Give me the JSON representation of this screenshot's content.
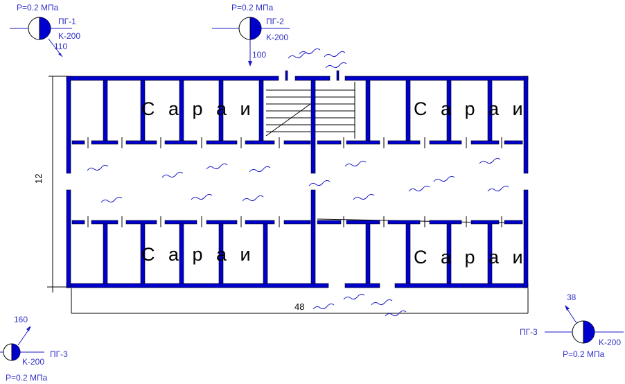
{
  "colors": {
    "wall": "#0000cc",
    "hydrant_line": "#1a1ac8",
    "text_blue": "#3030c8",
    "line": "#000000"
  },
  "rooms": [
    {
      "label": "С а р а и"
    },
    {
      "label": "С а р а и"
    },
    {
      "label": "С а р а и"
    },
    {
      "label": "С а р а и"
    }
  ],
  "dimensions": {
    "width_label": "48",
    "height_label": "12"
  },
  "hydrants": [
    {
      "id_label": "ПГ-1",
      "pressure_label": "P=0.2 МПа",
      "size_label": "K-200",
      "distance_label": "110"
    },
    {
      "id_label": "ПГ-2",
      "pressure_label": "P=0.2 МПа",
      "size_label": "K-200",
      "distance_label": "100"
    },
    {
      "id_label": "ПГ-3",
      "pressure_label": "P=0.2 МПа",
      "size_label": "K-200",
      "distance_label": "160"
    },
    {
      "id_label": "ПГ-3",
      "pressure_label": "P=0.2 МПа",
      "size_label": "K-200",
      "distance_label": "38"
    }
  ]
}
